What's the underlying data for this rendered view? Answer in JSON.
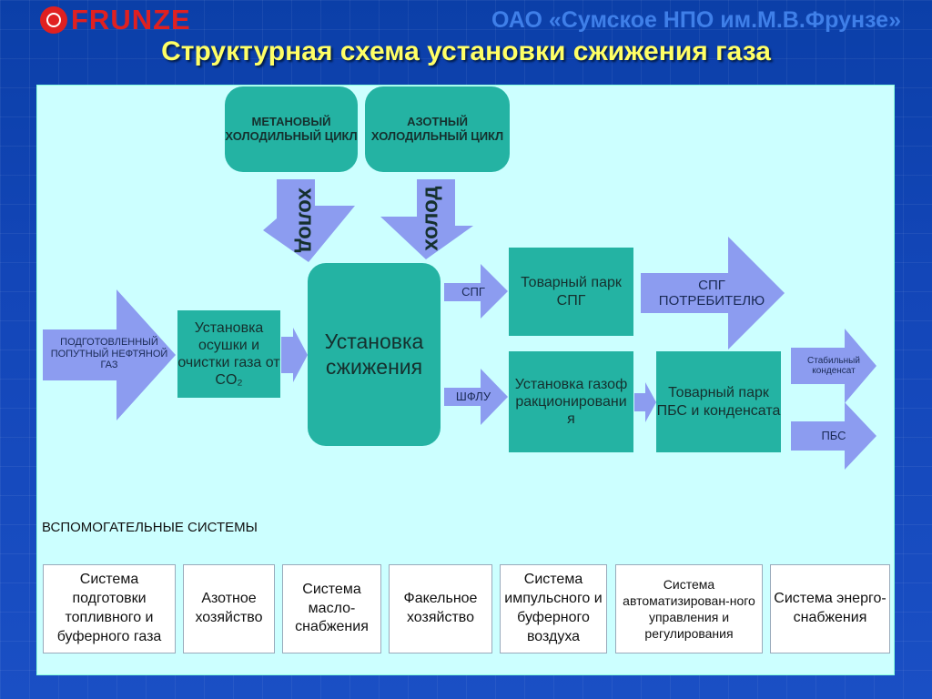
{
  "header": {
    "logo": "FRUNZE",
    "org": "ОАО «Сумское НПО им.М.В.Фрунзе»",
    "title": "Структурная схема установки сжижения газа"
  },
  "cycles": {
    "methane": "МЕТАНОВЫЙ ХОЛОДИЛЬНЫЙ ЦИКЛ",
    "nitrogen": "АЗОТНЫЙ ХОЛОДИЛЬНЫЙ ЦИКЛ",
    "cold_label": "холод"
  },
  "input_arrow": "ПОДГОТОВЛЕННЫЙ ПОПУТНЫЙ НЕФТЯНОЙ ГАЗ",
  "boxes": {
    "drying": "Установка осушки и очистки газа от CO₂",
    "liquefaction": "Установка сжижения",
    "lng_park": "Товарный парк СПГ",
    "fractionation": "Установка газофракционирования",
    "pbs_park": "Товарный парк ПБС и конденсата"
  },
  "arrows": {
    "spg": "СПГ",
    "shflu": "ШФЛУ",
    "consumer": "СПГ ПОТРЕБИТЕЛЮ",
    "stable_condensate": "Стабильный конденсат",
    "pbs": "ПБС"
  },
  "aux": {
    "heading": "ВСПОМОГАТЕЛЬНЫЕ СИСТЕМЫ",
    "items": [
      "Система подготовки топливного и буферного газа",
      "Азотное хозяйство",
      "Система масло-снабжения",
      "Факельное хозяйство",
      "Система импульсного и буферного воздуха",
      "Система автоматизирован-ного управления и регулирования",
      "Система энерго-снабжения"
    ]
  },
  "colors": {
    "background": "#1346b8",
    "panel": "#ccffff",
    "box": "#24b3a3",
    "arrow": "#8c9cf0",
    "title": "#ffff66",
    "logo": "#e02020"
  }
}
